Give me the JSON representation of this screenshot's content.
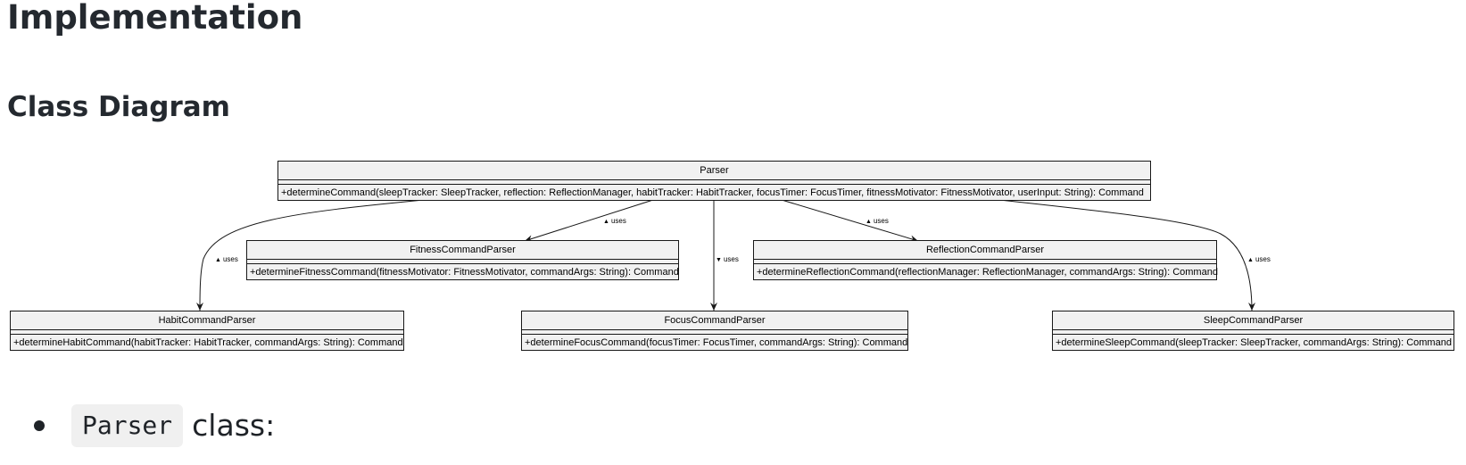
{
  "headings": {
    "h1": "Implementation",
    "h2": "Class Diagram"
  },
  "diagram": {
    "classes": {
      "parser": {
        "name": "Parser",
        "method": "+determineCommand(sleepTracker: SleepTracker, reflection: ReflectionManager, habitTracker: HabitTracker, focusTimer: FocusTimer, fitnessMotivator: FitnessMotivator, userInput: String): Command"
      },
      "fitness": {
        "name": "FitnessCommandParser",
        "method": "+determineFitnessCommand(fitnessMotivator: FitnessMotivator, commandArgs: String): Command"
      },
      "reflection": {
        "name": "ReflectionCommandParser",
        "method": "+determineReflectionCommand(reflectionManager: ReflectionManager, commandArgs: String): Command"
      },
      "habit": {
        "name": "HabitCommandParser",
        "method": "+determineHabitCommand(habitTracker: HabitTracker, commandArgs: String): Command"
      },
      "focus": {
        "name": "FocusCommandParser",
        "method": "+determineFocusCommand(focusTimer: FocusTimer, commandArgs: String): Command"
      },
      "sleep": {
        "name": "SleepCommandParser",
        "method": "+determineSleepCommand(sleepTracker: SleepTracker, commandArgs: String): Command"
      }
    },
    "edge_label": "uses",
    "edge_glyphs": {
      "up": "▲",
      "down": "▼"
    }
  },
  "bullet": {
    "code": "Parser",
    "text": "class:"
  }
}
